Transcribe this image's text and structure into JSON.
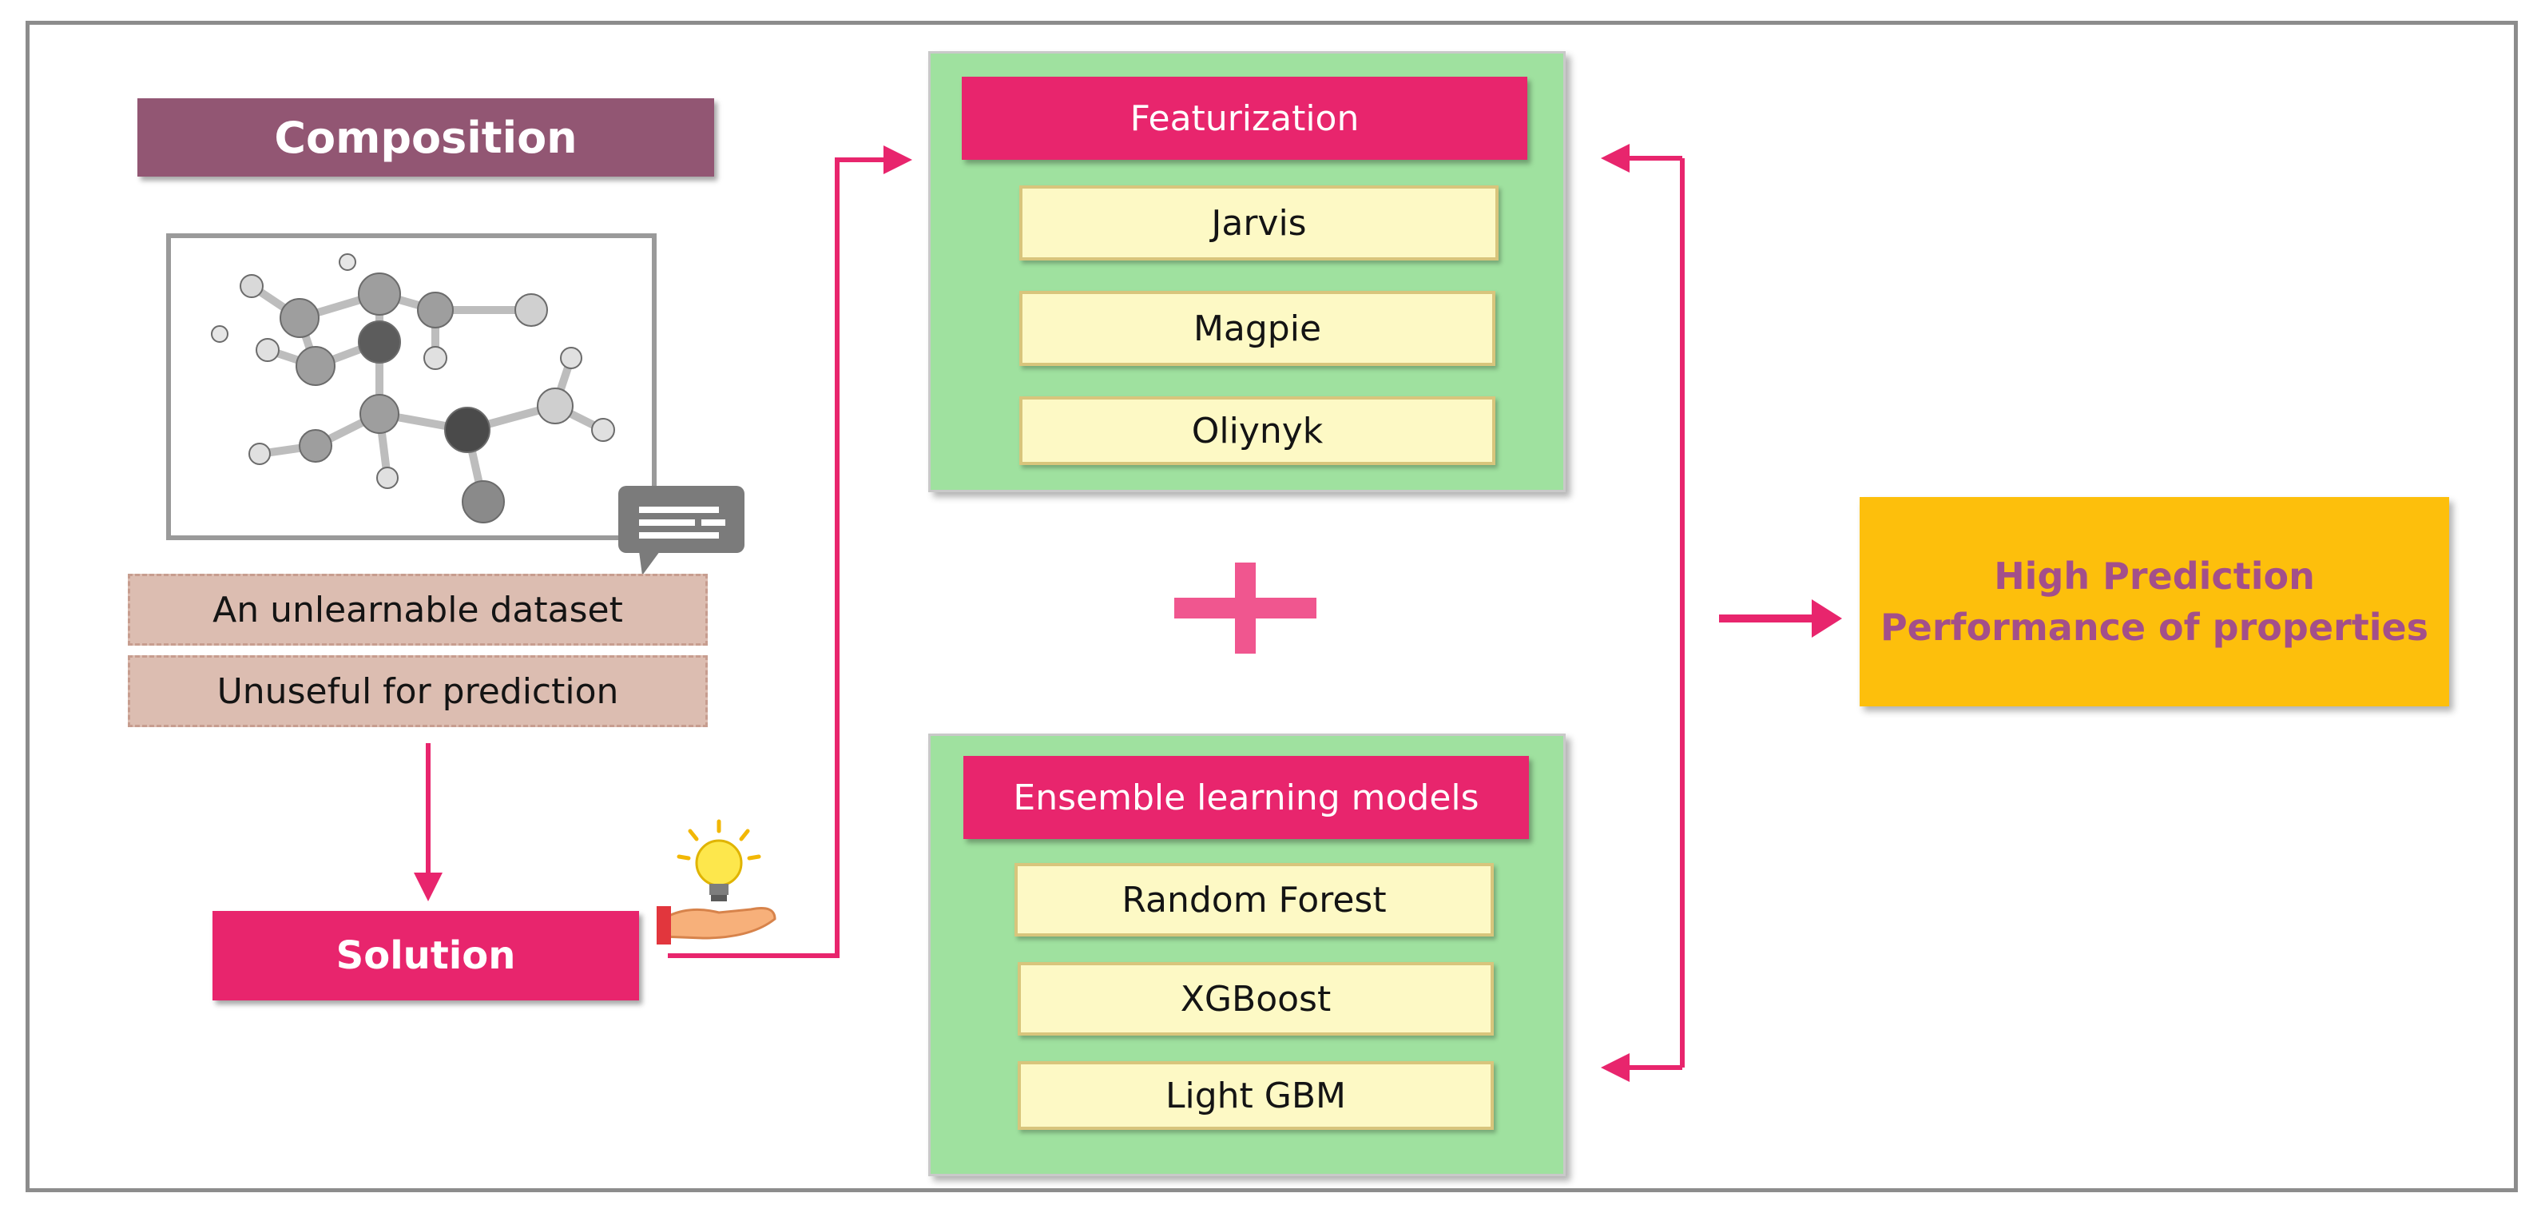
{
  "composition": {
    "title": "Composition"
  },
  "notes": [
    "An unlearnable dataset",
    "Unuseful for prediction"
  ],
  "solution": {
    "label": "Solution"
  },
  "featurization": {
    "title": "Featurization",
    "items": [
      "Jarvis",
      "Magpie",
      "Oliynyk"
    ]
  },
  "ensemble": {
    "title": "Ensemble learning models",
    "items": [
      "Random Forest",
      "XGBoost",
      "Light GBM"
    ]
  },
  "result": {
    "line1": "High Prediction",
    "line2": "Performance of properties"
  },
  "colors": {
    "composition": "#925673",
    "accent_pink": "#e8256d",
    "panel_green": "#9fe19f",
    "item_yellow": "#fdf9c5",
    "result_orange": "#fdbf0c",
    "result_text": "#a34f8a",
    "note_bg": "#dcbdb1"
  },
  "icons": [
    "molecule-image",
    "speech-bubble-icon",
    "lightbulb-hand-icon",
    "plus-icon"
  ]
}
